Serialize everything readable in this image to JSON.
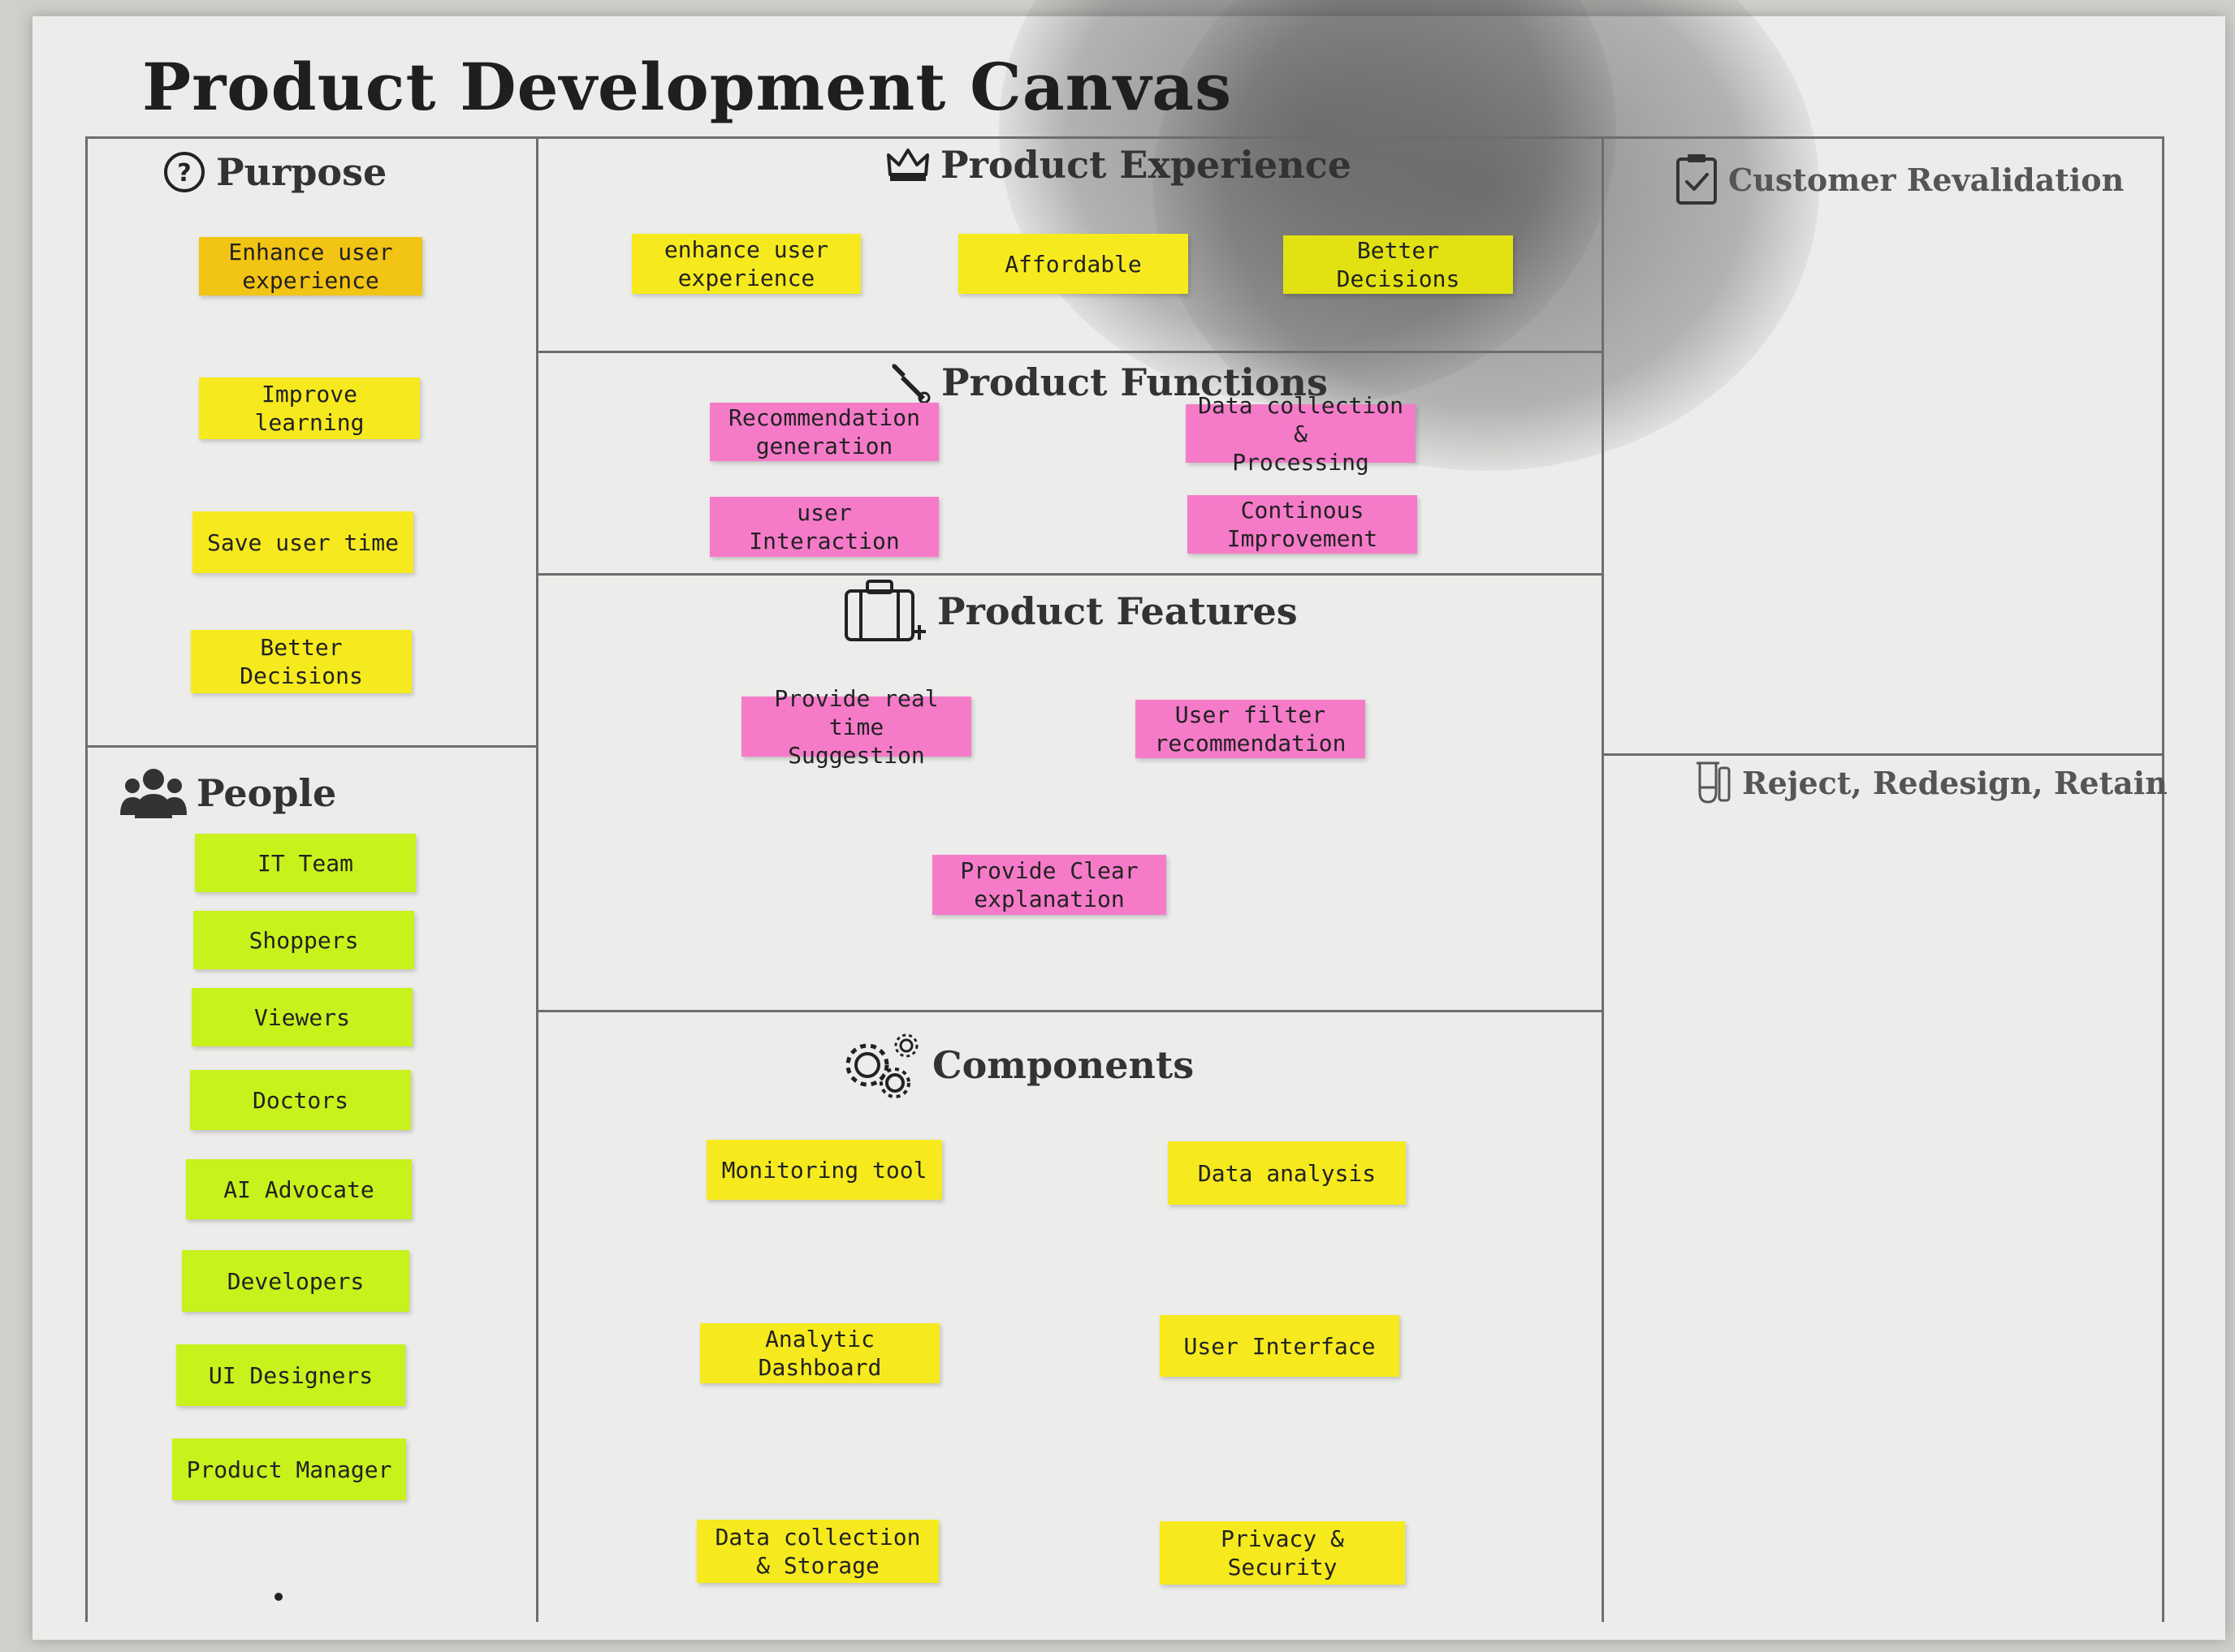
{
  "title": "Product Development Canvas",
  "sections": {
    "purpose": {
      "title": "Purpose",
      "icon": "question-circle-icon",
      "notes": [
        "Enhance user\nexperience",
        "Improve learning",
        "Save user time",
        "Better Decisions"
      ]
    },
    "people": {
      "title": "People",
      "icon": "people-icon",
      "notes": [
        "IT Team",
        "Shoppers",
        "Viewers",
        "Doctors",
        "AI Advocate",
        "Developers",
        "UI Designers",
        "Product Manager"
      ]
    },
    "experience": {
      "title": "Product Experience",
      "icon": "crown-icon",
      "notes": [
        "enhance user\nexperience",
        "Affordable",
        "Better\nDecisions"
      ]
    },
    "functions": {
      "title": "Product Functions",
      "icon": "wrench-icon",
      "notes": [
        "Recommendation\ngeneration",
        "Data collection &\nProcessing",
        "user Interaction",
        "Continous\nImprovement"
      ]
    },
    "features": {
      "title": "Product Features",
      "icon": "suitcase-icon",
      "notes": [
        "Provide real time\nSuggestion",
        "User filter\nrecommendation",
        "Provide Clear\nexplanation"
      ]
    },
    "components": {
      "title": "Components",
      "icon": "gears-icon",
      "notes": [
        "Monitoring tool",
        "Data analysis",
        "Analytic Dashboard",
        "User Interface",
        "Data collection\n& Storage",
        "Privacy & Security"
      ]
    },
    "revalidation": {
      "title": "Customer Revalidation",
      "icon": "clipboard-check-icon"
    },
    "reject": {
      "title": "Reject, Redesign, Retain",
      "icon": "flask-icon"
    }
  },
  "colors": {
    "yellow_note": "#f6ea1e",
    "orange_note": "#f2c414",
    "lime_note": "#c8f21c",
    "pink_note": "#f57bc9",
    "paper": "#ececea"
  }
}
